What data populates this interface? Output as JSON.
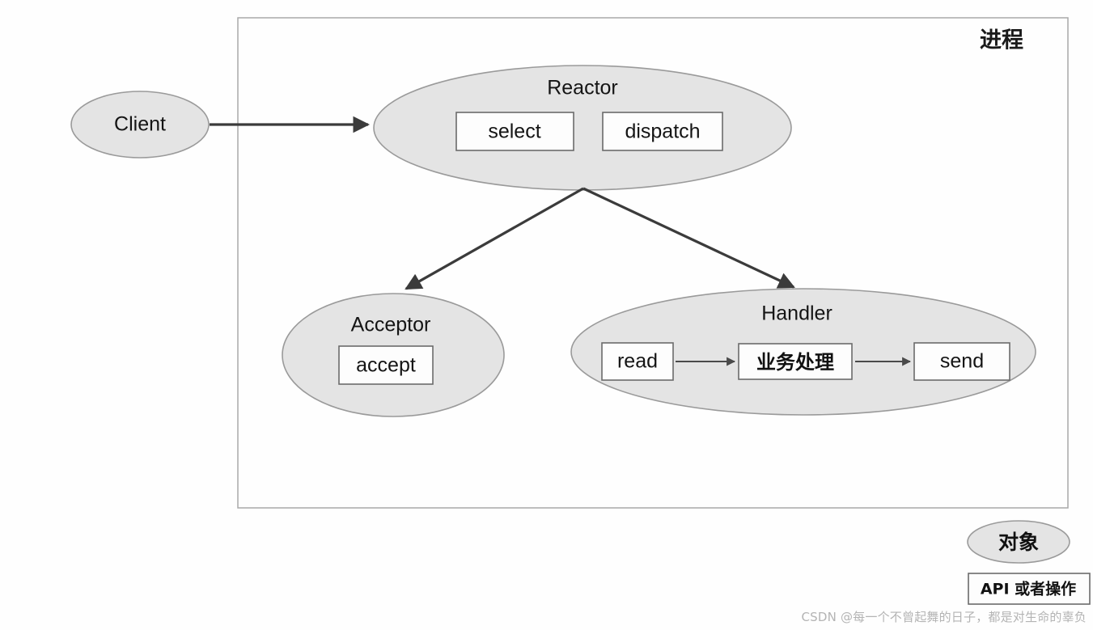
{
  "diagram": {
    "title_label": "进程",
    "nodes": [
      {
        "id": "client",
        "label": "Client",
        "type": "object",
        "operations": []
      },
      {
        "id": "reactor",
        "label": "Reactor",
        "type": "object",
        "operations": [
          "select",
          "dispatch"
        ]
      },
      {
        "id": "acceptor",
        "label": "Acceptor",
        "type": "object",
        "operations": [
          "accept"
        ]
      },
      {
        "id": "handler",
        "label": "Handler",
        "type": "object",
        "operations": [
          "read",
          "业务处理",
          "send"
        ]
      }
    ],
    "operations": {
      "select": "select",
      "dispatch": "dispatch",
      "accept": "accept",
      "read": "read",
      "business": "业务处理",
      "send": "send"
    },
    "edges": [
      {
        "from": "client",
        "to": "reactor",
        "label": ""
      },
      {
        "from": "reactor",
        "to": "acceptor",
        "label": ""
      },
      {
        "from": "reactor",
        "to": "handler",
        "label": ""
      },
      {
        "from": "read",
        "to": "business",
        "label": ""
      },
      {
        "from": "business",
        "to": "send",
        "label": ""
      }
    ]
  },
  "legend": {
    "object_label": "对象",
    "api_label": "API 或者操作"
  },
  "watermark": {
    "text": "CSDN @每一个不曾起舞的日子，都是对生命的辜负"
  },
  "colors": {
    "ellipse_fill": "#e4e4e4",
    "ellipse_stroke": "#9a9a9a",
    "box_fill": "#fdfdfd",
    "box_stroke": "#6b6b6b",
    "arrow": "#3b3b3b",
    "process_border": "#a8a8a8",
    "text": "#141414",
    "watermark": "#b4b4b4"
  }
}
